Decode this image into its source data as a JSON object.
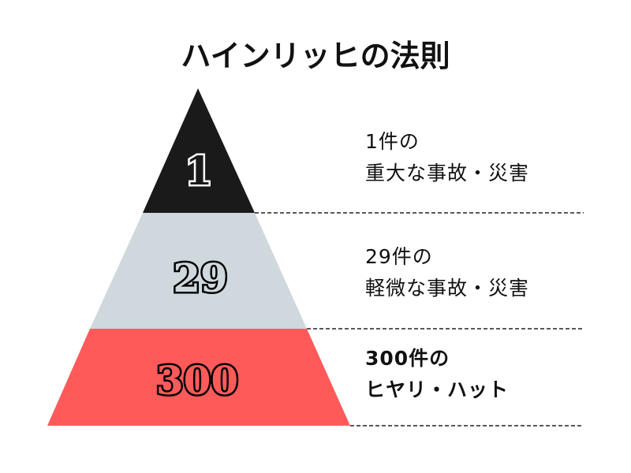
{
  "title": "ハインリッヒの法則",
  "tiers": [
    {
      "number": "1",
      "line1": "1件の",
      "line2": "重大な事故・災害",
      "color": "#1a1a1a"
    },
    {
      "number": "29",
      "line1": "29件の",
      "line2": "軽微な事故・災害",
      "color": "#cfd8dd"
    },
    {
      "number": "300",
      "line1": "300件の",
      "line2": "ヒヤリ・ハット",
      "color": "#ff5a5a"
    }
  ]
}
